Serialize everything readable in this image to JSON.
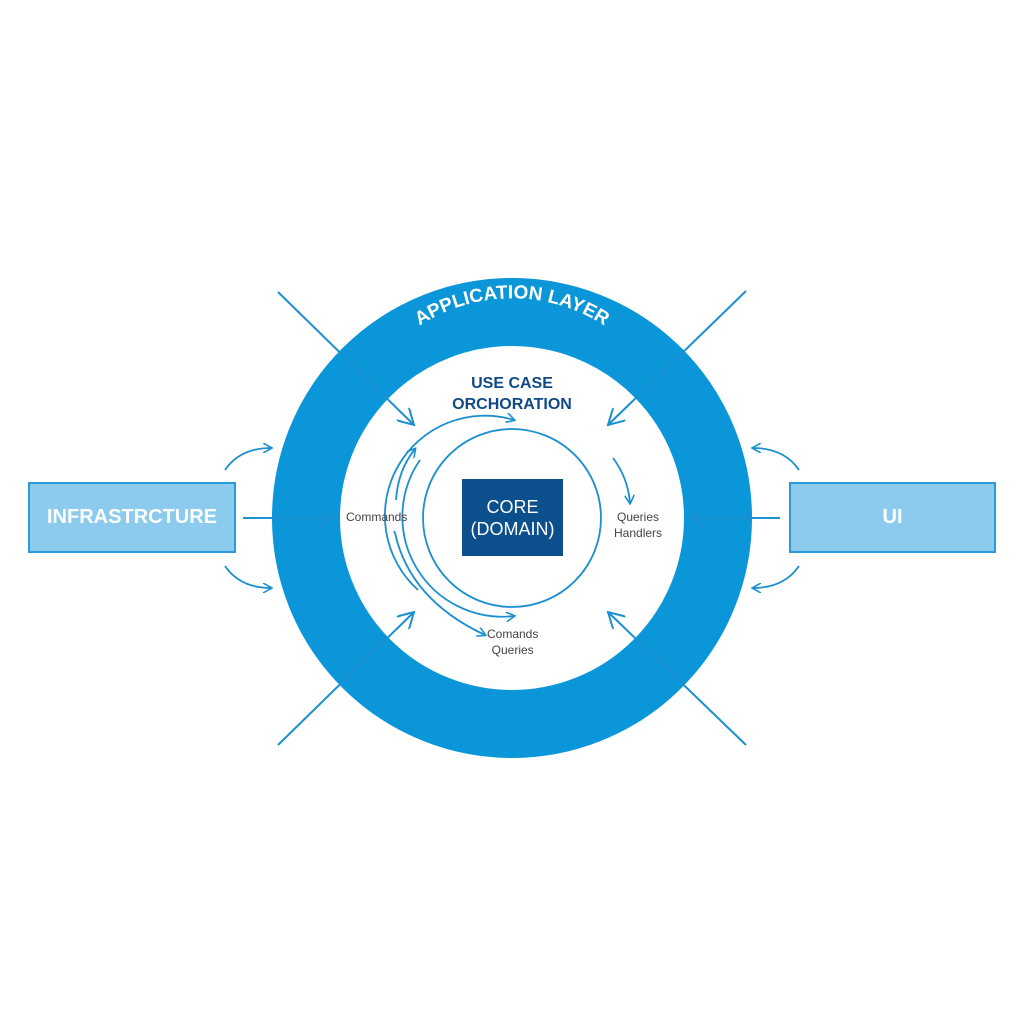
{
  "diagram": {
    "ring_label": "APPLICATION LAYER",
    "inner_title_line1": "USE CASE",
    "inner_title_line2": "ORCHORATION",
    "core_line1": "CORE",
    "core_line2": "(DOMAIN)",
    "left_box": "INFRASTRCTURE",
    "right_box": "UI",
    "label_commands": "Commands",
    "label_queries_line1": "Queries",
    "label_queries_line2": "Handlers",
    "label_bottom_line1": "Comands",
    "label_bottom_line2": "Queries"
  },
  "colors": {
    "ring": "#0a96d8",
    "box_fill": "#8ccbee",
    "core": "#0b4f8d",
    "arrow": "#1b8fd0"
  }
}
